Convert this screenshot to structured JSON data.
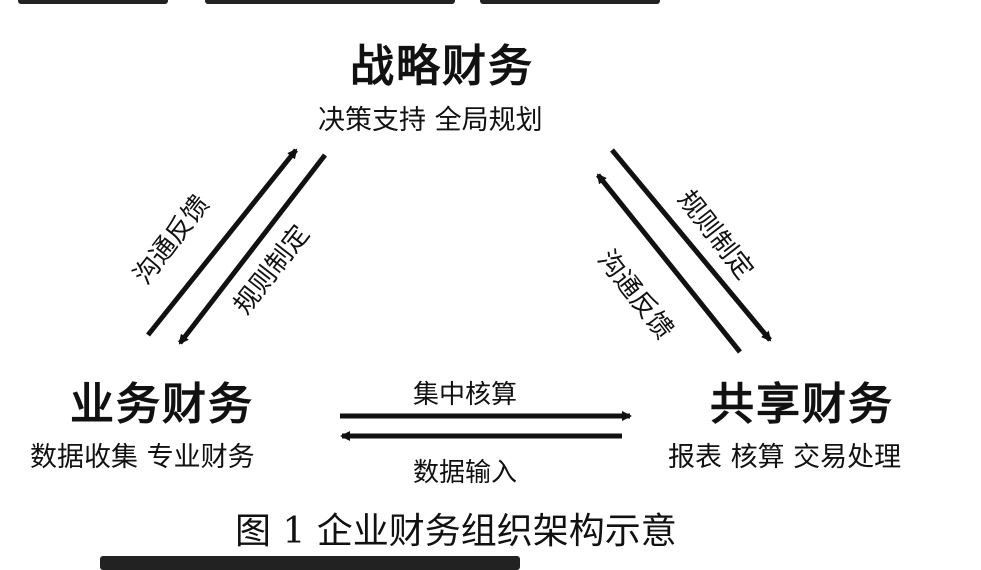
{
  "nodes": {
    "strategic": {
      "title": "战略财务",
      "subtitle": "决策支持  全局规划"
    },
    "business": {
      "title": "业务财务",
      "subtitle": "数据收集  专业财务"
    },
    "shared": {
      "title": "共享财务",
      "subtitle": "报表  核算  交易处理"
    }
  },
  "edges": {
    "left_up": "沟通反馈",
    "left_down": "规则制定",
    "right_down": "规则制定",
    "right_up": "沟通反馈",
    "bottom_right": "集中核算",
    "bottom_left": "数据输入"
  },
  "caption": "图 1  企业财务组织架构示意"
}
